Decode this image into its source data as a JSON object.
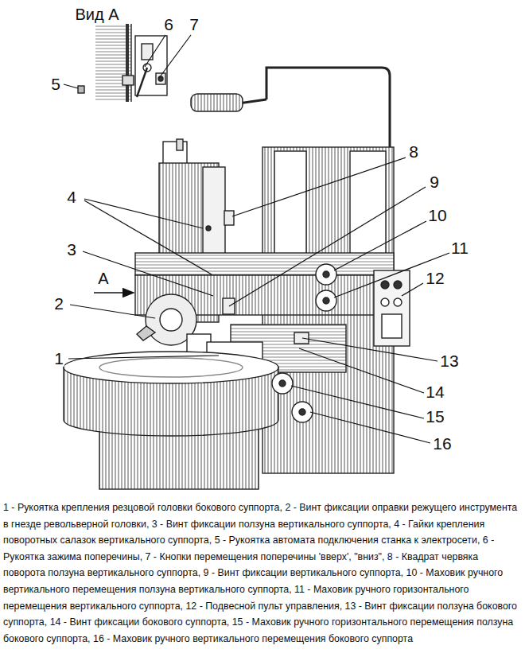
{
  "diagram": {
    "caption": "1 - Рукоятка крепления резцовой головки бокового суппорта, 2 - Винт фиксации оправки режущего инструмента в гнезде револьверной головки, 3 - Винт фиксации ползуна вертикального суппорта, 4 - Гайки крепления поворотных салазок вертикального суппорта, 5 - Рукоятка автомата подключения станка к электросети, 6 - Рукоятка зажима поперечины, 7 - Кнопки перемещения поперечины 'вверх', \"вниз\", 8 - Квадрат червяка поворота ползуна вертикального суппорта, 9 - Винт фиксации вертикального суппорта, 10 - Маховик ручного вертикального перемещения ползуна вертикального суппорта, 11 - Маховик ручного горизонтального перемещения вертикального суппорта, 12 - Подвесной пульт управления, 13 - Винт фиксации ползуна бокового суппорта, 14 - Винт фиксации бокового суппорта, 15 - Маховик ручного горизонтального перемещения ползуна бокового суппорта, 16 - Маховик ручного вертикального перемещения бокового суппорта",
    "labels": [
      "Вид А",
      "5",
      "6",
      "7",
      "8",
      "4",
      "9",
      "10",
      "3",
      "11",
      "12",
      "А",
      "2",
      "1",
      "13",
      "14",
      "15",
      "16"
    ]
  }
}
